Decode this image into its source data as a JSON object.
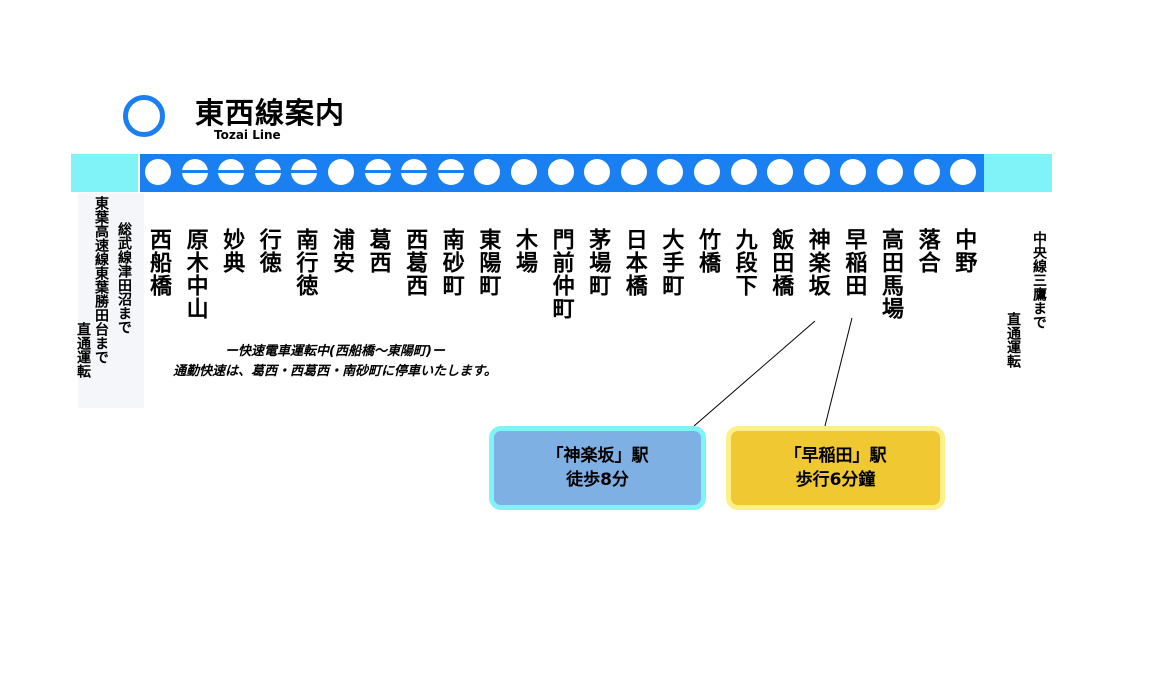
{
  "header": {
    "title": "東西線案内",
    "subtitle": "Tozai Line"
  },
  "line": {
    "color": "#1a7ff0",
    "through_color": "#7ff3f8",
    "stations": [
      {
        "name": "西船橋",
        "express_stop": true
      },
      {
        "name": "原木中山",
        "express_stop": false
      },
      {
        "name": "妙典",
        "express_stop": false
      },
      {
        "name": "行徳",
        "express_stop": false
      },
      {
        "name": "南行徳",
        "express_stop": false
      },
      {
        "name": "浦安",
        "express_stop": true
      },
      {
        "name": "葛西",
        "express_stop": false
      },
      {
        "name": "西葛西",
        "express_stop": false
      },
      {
        "name": "南砂町",
        "express_stop": false
      },
      {
        "name": "東陽町",
        "express_stop": true
      },
      {
        "name": "木場",
        "express_stop": true
      },
      {
        "name": "門前仲町",
        "express_stop": true
      },
      {
        "name": "茅場町",
        "express_stop": true
      },
      {
        "name": "日本橋",
        "express_stop": true
      },
      {
        "name": "大手町",
        "express_stop": true
      },
      {
        "name": "竹橋",
        "express_stop": true
      },
      {
        "name": "九段下",
        "express_stop": true
      },
      {
        "name": "飯田橋",
        "express_stop": true
      },
      {
        "name": "神楽坂",
        "express_stop": true
      },
      {
        "name": "早稲田",
        "express_stop": true
      },
      {
        "name": "高田馬場",
        "express_stop": true
      },
      {
        "name": "落合",
        "express_stop": true
      },
      {
        "name": "中野",
        "express_stop": true
      }
    ]
  },
  "through_service": {
    "left_col1": "東葉高速線東葉勝田台まで",
    "left_col2": "総武線津田沼まで",
    "left_col3": "直通運転",
    "right_col1": "中央線三鷹まで",
    "right_col2": "直通運転"
  },
  "express_note": {
    "line1": "ー快速電車運転中(西船橋～東陽町)ー",
    "line2": "通勤快速は、葛西・西葛西・南砂町に停車いたします。"
  },
  "callouts": {
    "kagurazaka": {
      "line1": "「神楽坂」駅",
      "line2": "徒歩8分",
      "color": "#7fb0e4"
    },
    "waseda": {
      "line1": "「早稲田」駅",
      "line2": "歩行6分鐘",
      "color": "#f0c832"
    }
  }
}
